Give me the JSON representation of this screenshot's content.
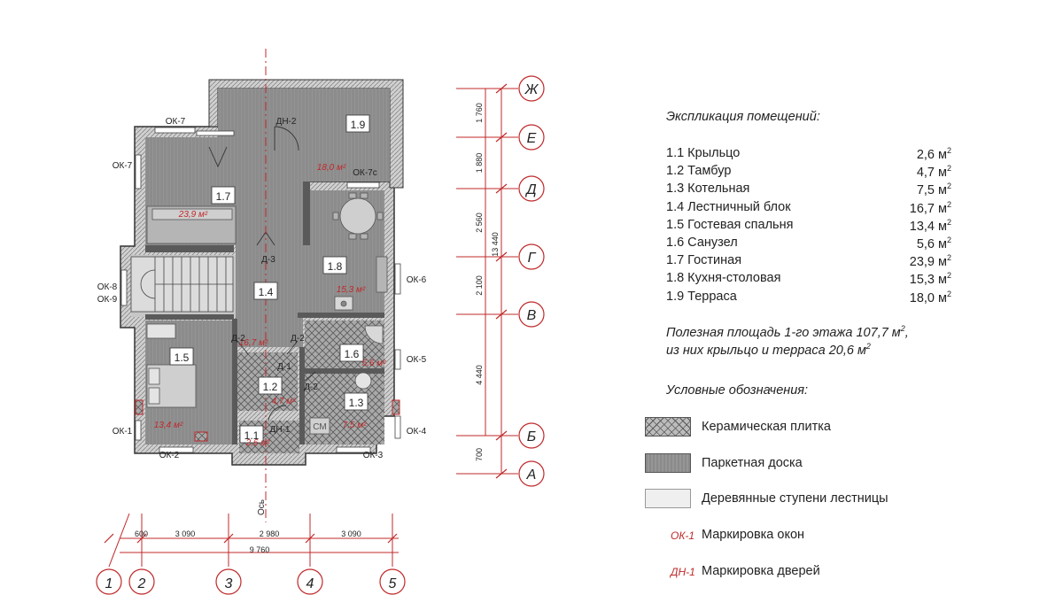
{
  "explication": {
    "title": "Экспликация помещений:",
    "rooms": [
      {
        "name": "1.1 Крыльцо",
        "area": "2,6 м",
        "sup": "2"
      },
      {
        "name": "1.2 Тамбур",
        "area": "4,7 м",
        "sup": "2"
      },
      {
        "name": "1.3 Котельная",
        "area": "7,5 м",
        "sup": "2"
      },
      {
        "name": "1.4 Лестничный блок",
        "area": "16,7 м",
        "sup": "2"
      },
      {
        "name": "1.5 Гостевая спальня",
        "area": "13,4 м",
        "sup": "2"
      },
      {
        "name": "1.6 Санузел",
        "area": "5,6 м",
        "sup": "2"
      },
      {
        "name": "1.7 Гостиная",
        "area": "23,9 м",
        "sup": "2"
      },
      {
        "name": "1.8 Кухня-столовая",
        "area": "15,3 м",
        "sup": "2"
      },
      {
        "name": "1.9 Терраса",
        "area": "18,0 м",
        "sup": "2"
      }
    ],
    "summary1": "Полезная площадь 1-го этажа 107,7 м",
    "summary1_sup": "2",
    "summary1_tail": ",",
    "summary2": "из них крыльцо и терраса 20,6 м",
    "summary2_sup": "2"
  },
  "legend": {
    "title": "Условные обозначения:",
    "items": [
      {
        "mark": "",
        "label": "Керамическая плитка"
      },
      {
        "mark": "",
        "label": "Паркетная доска"
      },
      {
        "mark": "",
        "label": "Деревянные ступени лестницы"
      },
      {
        "mark": "ОК-1",
        "label": "Маркировка окон"
      },
      {
        "mark": "ДН-1",
        "label": "Маркировка дверей"
      }
    ]
  },
  "plan": {
    "room_labels": [
      "1.1",
      "1.2",
      "1.3",
      "1.4",
      "1.5",
      "1.6",
      "1.7",
      "1.8",
      "1.9"
    ],
    "room_areas": [
      "2,6 м²",
      "4,7 м²",
      "7,5 м²",
      "16,7 м²",
      "13,4 м²",
      "5,6 м²",
      "23,9 м²",
      "15,3 м²",
      "18,0 м²"
    ],
    "windows": [
      "ОК-7",
      "ОК-7",
      "ОК-7с",
      "ОК-6",
      "ОК-5",
      "ОК-4",
      "ОК-3",
      "ОК-2",
      "ОК-1",
      "ОК-8",
      "ОК-9"
    ],
    "doors": [
      "ДН-2",
      "Д-3",
      "Д-2",
      "Д-2",
      "Д-1",
      "Д-2",
      "ДН-1"
    ],
    "boiler_label": "СМ",
    "axis_label": "Ось",
    "row_axes": [
      "Ж",
      "Е",
      "Д",
      "Г",
      "В",
      "Б",
      "А"
    ],
    "row_dims": [
      "1 760",
      "1 880",
      "2 560",
      "2 100",
      "4 440",
      "700"
    ],
    "row_total": "13 440",
    "col_axes": [
      "1",
      "2",
      "3",
      "4",
      "5"
    ],
    "col_dims": [
      "600",
      "3 090",
      "2 980",
      "3 090"
    ],
    "col_total": "9 760"
  },
  "colors": {
    "accent": "#c0282a",
    "floor": "#8f8f8f",
    "wall": "#3a3a3a"
  }
}
